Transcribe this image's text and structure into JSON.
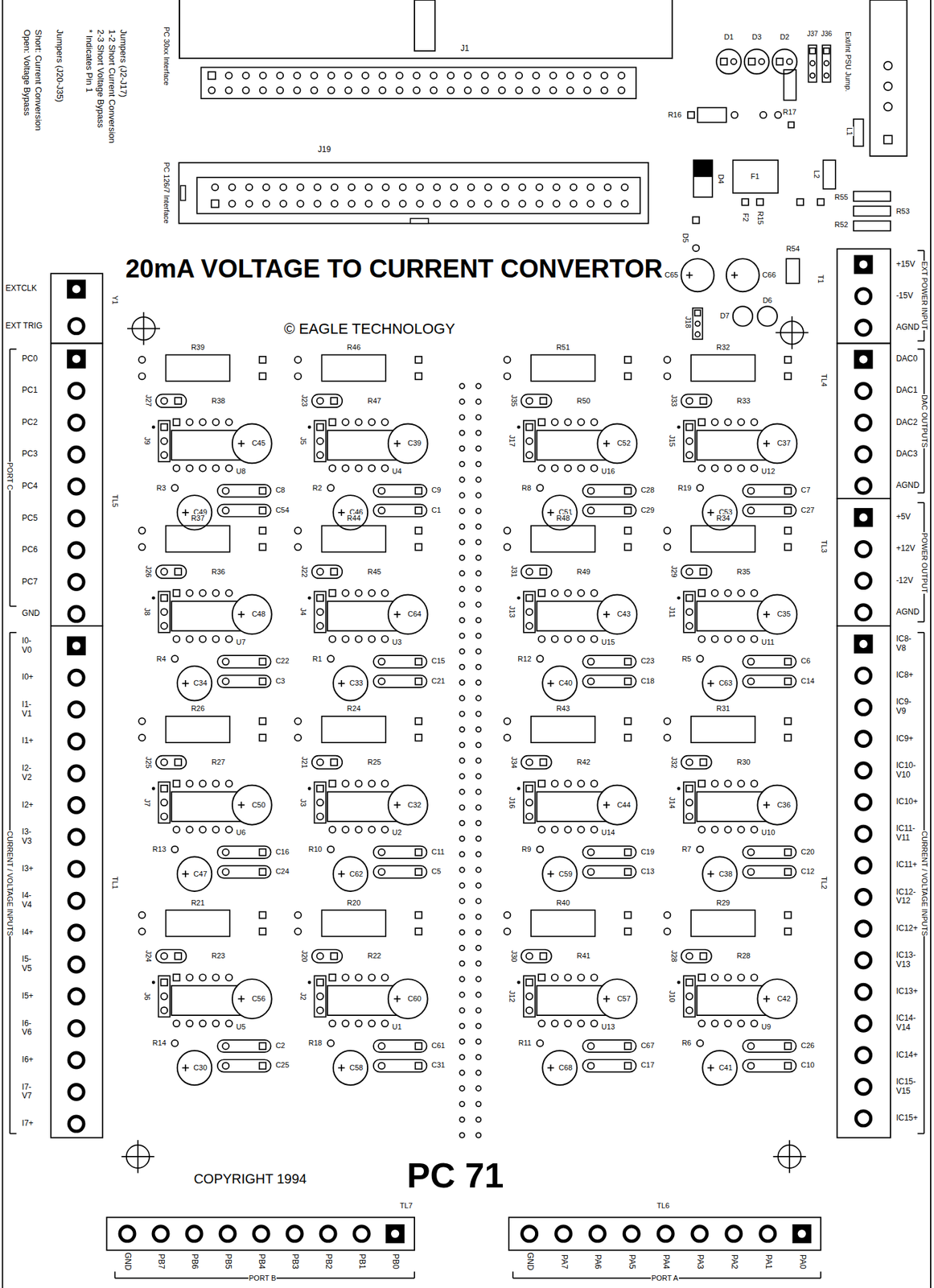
{
  "diagram": {
    "title": "20mA VOLTAGE TO CURRENT CONVERTOR",
    "nodes": [
      {
        "text": [
          "J1"
        ]
      }
    ],
    "labels": [
      "Jumpers (J2-J17)",
      "1-2 Short Current Conversion",
      "2-3 Short Voltage Bypass",
      "* Indicates Pin 1",
      "Jumpers (J20-J35)",
      "Short: Current Conversion",
      "Open: Voltage Bypass",
      "PC 30xx Interface",
      "J19",
      "PC 126/7 Interface",
      "D1",
      "D3",
      "D2",
      "J37",
      "J36",
      "Ext/Int PSU Jump.",
      "R17",
      "R16",
      "L1",
      "L2",
      "F1",
      "D4",
      "F2",
      "R15",
      "D5",
      "C66",
      "R54",
      "R55",
      "R53",
      "R52",
      "C65",
      "D6",
      "D7",
      "J18",
      "T1",
      "© EAGLE TECHNOLOGY",
      "COPYRIGHT 1994",
      "PC 71",
      "EXTCLK",
      "EXT TRIG",
      "PC0",
      "PC1",
      "PC2",
      "PC3",
      "PC4",
      "PC5",
      "PC6",
      "PC7",
      "GND",
      "I0- V0",
      "I0+",
      "I1- V1",
      "I1+",
      "I2- V2",
      "I2+",
      "I3- V3",
      "I3+",
      "I4- V4",
      "I4+",
      "I5- V5",
      "I5+",
      "I6- V6",
      "I6+",
      "I7- V7",
      "I7+",
      "+15V",
      "-15V",
      "AGND",
      "DAC0",
      "DAC1",
      "DAC2",
      "DAC3",
      "AGND",
      "+5V",
      "+12V",
      "-12V",
      "AGND",
      "IC8- V8",
      "IC8+",
      "IC9- V9",
      "IC9+",
      "IC10- V10",
      "IC10+",
      "IC11- V11",
      "IC11+",
      "IC12- V12",
      "IC12+",
      "IC13- V13",
      "IC13+",
      "IC14- V14",
      "IC14+",
      "IC15- V15",
      "IC15+",
      "GND",
      "PB7",
      "PB6",
      "PB5",
      "PB4",
      "PB3",
      "PB2",
      "PB1",
      "PB0",
      "GND",
      "PA7",
      "PA6",
      "PA5",
      "PA4",
      "PA3",
      "PA2",
      "PA1",
      "PA0",
      "PORT C",
      "CURRENT / VOLTAGE INPUTS",
      "PORT B",
      "PORT A",
      "EXT POWER INPUT",
      "DAC OUTPUTS",
      "POWER OUTPUT",
      "CURRENT / VOLTAGE INPUTS",
      "Y1",
      "TL5",
      "TL1",
      "TL4",
      "TL3",
      "TL2",
      "TL7",
      "TL6",
      "R39",
      "R38",
      "J27",
      "J9",
      "U8",
      "C45",
      "R3",
      "C49",
      "C8",
      "C54",
      "R46",
      "R47",
      "J23",
      "J5",
      "U4",
      "C39",
      "R2",
      "C46",
      "C9",
      "C1",
      "R51",
      "R50",
      "J35",
      "J17",
      "U16",
      "C52",
      "R8",
      "C51",
      "C28",
      "C29",
      "R32",
      "R33",
      "J33",
      "J15",
      "U12",
      "C37",
      "R19",
      "C53",
      "C7",
      "C27",
      "R37",
      "R36",
      "J26",
      "J8",
      "U7",
      "C48",
      "R4",
      "C34",
      "C22",
      "C3",
      "R44",
      "R45",
      "J22",
      "J4",
      "U3",
      "C64",
      "R1",
      "C33",
      "C15",
      "C21",
      "R48",
      "R49",
      "J31",
      "J13",
      "U15",
      "C43",
      "R12",
      "C40",
      "C23",
      "C18",
      "R34",
      "R35",
      "J29",
      "J11",
      "U11",
      "C35",
      "R5",
      "C63",
      "C6",
      "C14",
      "R26",
      "R27",
      "J25",
      "J7",
      "U6",
      "C50",
      "R13",
      "C47",
      "C16",
      "C24",
      "R24",
      "R25",
      "J21",
      "J3",
      "U2",
      "C32",
      "R10",
      "C62",
      "C11",
      "C5",
      "R43",
      "R42",
      "J34",
      "J16",
      "U14",
      "C44",
      "R9",
      "C59",
      "C19",
      "C13",
      "R31",
      "R30",
      "J32",
      "J14",
      "U10",
      "C36",
      "R7",
      "C38",
      "C20",
      "C12",
      "R21",
      "R23",
      "J24",
      "J6",
      "U5",
      "C56",
      "R14",
      "C30",
      "C2",
      "C25",
      "R20",
      "R22",
      "J20",
      "J2",
      "U1",
      "C60",
      "R18",
      "C58",
      "C61",
      "C31",
      "R40",
      "R41",
      "J30",
      "J12",
      "U13",
      "C57",
      "R11",
      "C68",
      "C67",
      "C17",
      "R29",
      "R28",
      "J28",
      "J10",
      "U9",
      "C42",
      "R6",
      "C41",
      "C26",
      "C10"
    ]
  }
}
